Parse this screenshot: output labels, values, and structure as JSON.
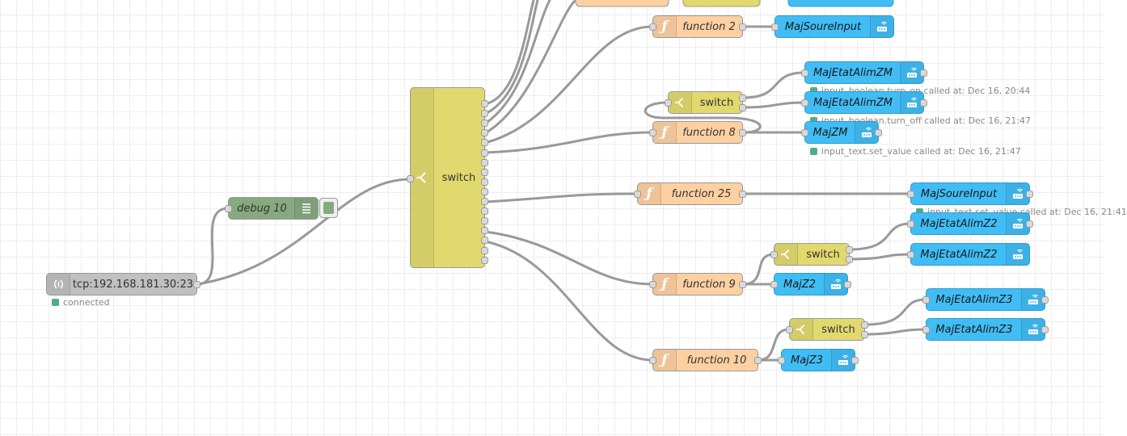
{
  "nodes": {
    "tcp": {
      "label": "tcp:192.168.181.30:23",
      "status": "connected"
    },
    "debug": {
      "label": "debug 10"
    },
    "main_switch": {
      "label": "switch"
    },
    "function2": {
      "label": "function 2"
    },
    "maj_soure_input_top": {
      "label": "MajSoureInput"
    },
    "maj_etat_alim_zm_1": {
      "label": "MajEtatAlimZM",
      "status": "input_boolean.turn_on called at: Dec 16, 20:44"
    },
    "switch_zm": {
      "label": "switch"
    },
    "maj_etat_alim_zm_2": {
      "label": "MajEtatAlimZM",
      "status": "input_boolean.turn_off called at: Dec 16, 21:47"
    },
    "function8": {
      "label": "function 8"
    },
    "maj_zm": {
      "label": "MajZM",
      "status": "input_text.set_value called at: Dec 16, 21:47"
    },
    "function25": {
      "label": "function 25"
    },
    "maj_soure_input": {
      "label": "MajSoureInput",
      "status": "input_text.set_value called at: Dec 16, 21:41"
    },
    "maj_etat_alim_z2_1": {
      "label": "MajEtatAlimZ2"
    },
    "switch_z2": {
      "label": "switch"
    },
    "maj_etat_alim_z2_2": {
      "label": "MajEtatAlimZ2"
    },
    "function9": {
      "label": "function 9"
    },
    "maj_z2": {
      "label": "MajZ2"
    },
    "maj_etat_alim_z3_1": {
      "label": "MajEtatAlimZ3"
    },
    "switch_z3": {
      "label": "switch"
    },
    "maj_etat_alim_z3_2": {
      "label": "MajEtatAlimZ3"
    },
    "function10": {
      "label": "function 10"
    },
    "maj_z3": {
      "label": "MajZ3"
    }
  },
  "colors": {
    "function": "#fdd0a2",
    "switch": "#e2d96e",
    "home_assistant": "#41bdf5",
    "debug": "#87a980",
    "tcp": "#c0c0c0",
    "wire": "#999999",
    "status_ok": "#55aa88"
  },
  "icons": {
    "function": "function-icon",
    "switch": "switch-icon",
    "home_assistant": "home-assistant-icon",
    "debug": "debug-list-icon",
    "tcp": "tcp-icon"
  }
}
